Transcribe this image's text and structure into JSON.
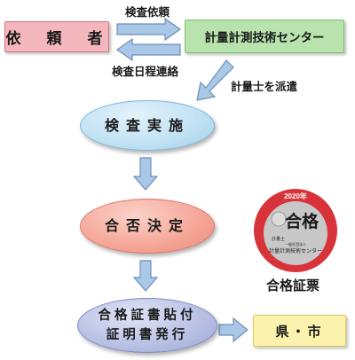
{
  "nodes": {
    "requester": "依　頼　者",
    "center": "計量計測技術センター",
    "inspection": "検査実施",
    "judgement": "合否決定",
    "certificate_line1": "合格証書貼付",
    "certificate_line2": "証明書発行",
    "prefecture": "県・市"
  },
  "edges": {
    "request": "検査依頼",
    "schedule": "検査日程連絡",
    "dispatch": "計量士を派遣"
  },
  "sticker": {
    "year": "2020年",
    "title": "合格",
    "small_label": "計量士",
    "org_sub": "一般社団法人",
    "org": "計量計測技術センター",
    "caption": "合格証票"
  },
  "colors": {
    "arrow_fill": "#a9c8e8",
    "arrow_stroke": "#6f8fb5",
    "sticker_red": "#d8333a",
    "sticker_gray": "#c8c8c8"
  }
}
